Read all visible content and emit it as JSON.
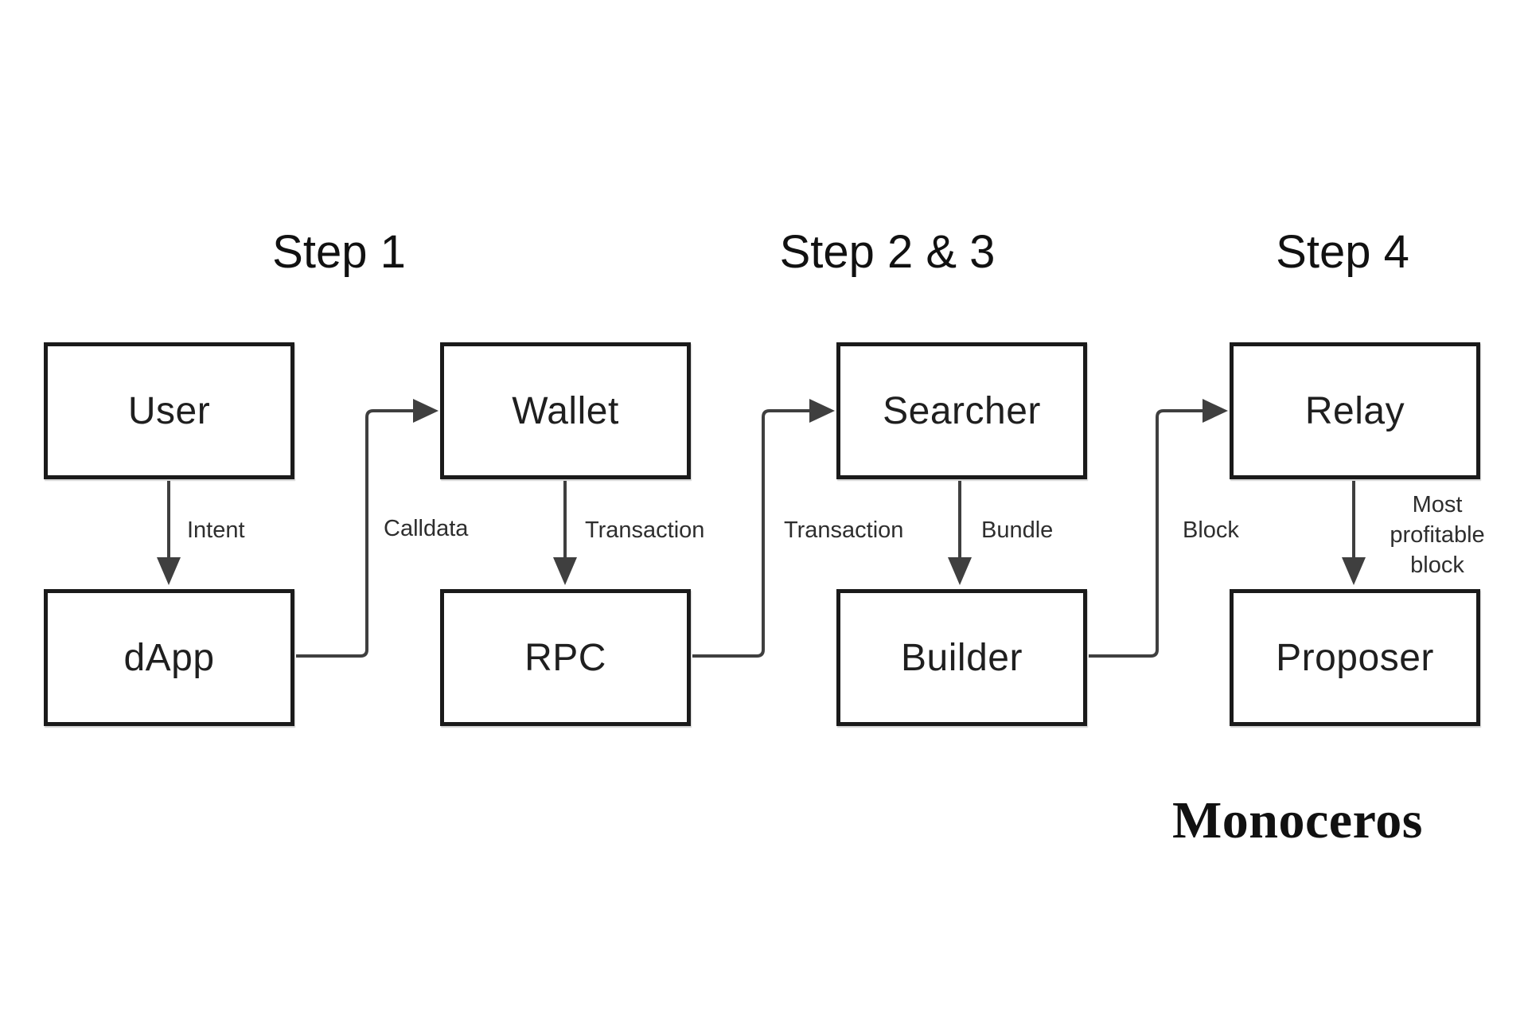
{
  "diagram": {
    "step_titles": {
      "step1": "Step 1",
      "step23": "Step 2 & 3",
      "step4": "Step 4"
    },
    "nodes": {
      "user": "User",
      "dapp": "dApp",
      "wallet": "Wallet",
      "rpc": "RPC",
      "searcher": "Searcher",
      "builder": "Builder",
      "relay": "Relay",
      "proposer": "Proposer"
    },
    "edge_labels": {
      "intent": "Intent",
      "calldata": "Calldata",
      "transaction_wallet_rpc": "Transaction",
      "transaction_rpc_searcher": "Transaction",
      "bundle": "Bundle",
      "block": "Block",
      "most_profitable_block": "Most profitable block"
    },
    "flow": [
      "User -> dApp (Intent)",
      "dApp -> Wallet (Calldata)",
      "Wallet -> RPC (Transaction)",
      "RPC -> Searcher (Transaction)",
      "Searcher -> Builder (Bundle)",
      "Builder -> Relay (Block)",
      "Relay -> Proposer (Most profitable block)"
    ],
    "colors": {
      "background": "#ffffff",
      "box_border": "#1a1a1a",
      "box_fill": "#ffffff",
      "arrow": "#3f3f3f",
      "node_text": "#1f1f1f",
      "label_text": "#2e2e2e"
    },
    "logo": {
      "text": "Monoceros"
    }
  }
}
